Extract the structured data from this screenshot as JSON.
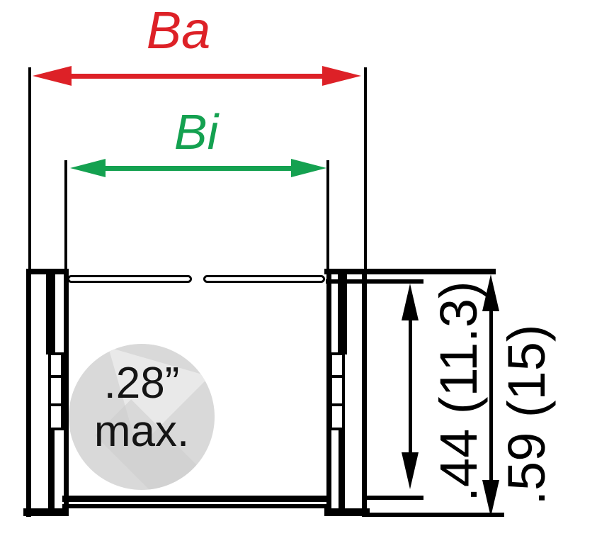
{
  "drawing": {
    "title_hidden": "",
    "outer_width_label": "Ba",
    "inner_width_label": "Bi",
    "inner_height_label": ".44 (11.3)",
    "outer_height_label": ".59 (15)",
    "note_circle": {
      "line1": ".28”",
      "line2": "max."
    }
  },
  "colors": {
    "ba_red": "#dd2127",
    "bi_green": "#14a150",
    "line_black": "#000000",
    "note_circle_gray": "#d9d9d9"
  }
}
